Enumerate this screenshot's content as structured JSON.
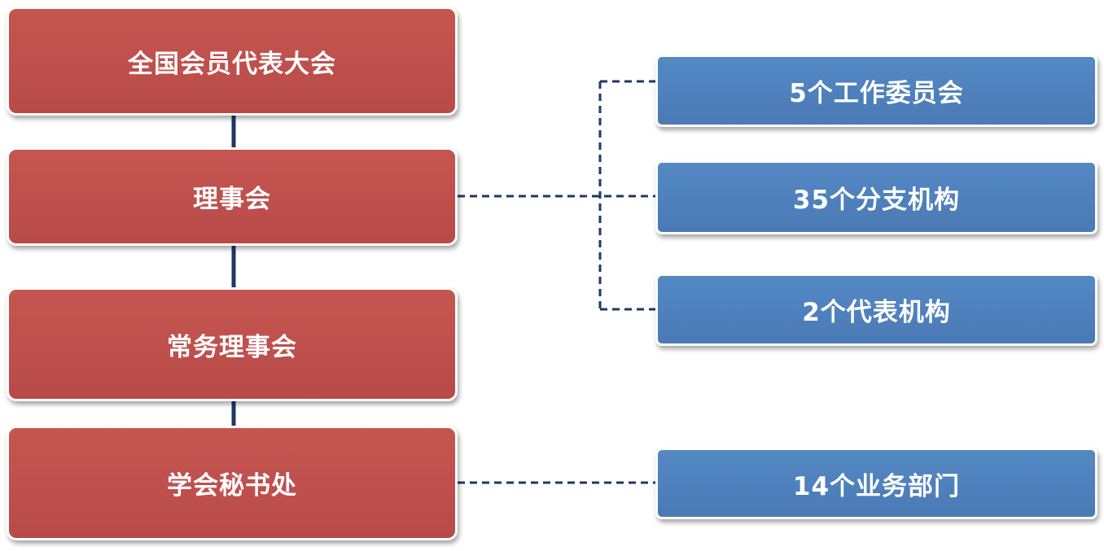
{
  "main_nodes": [
    {
      "id": "assembly",
      "label": "全国会员代表大会"
    },
    {
      "id": "council",
      "label": "理事会"
    },
    {
      "id": "standing",
      "label": "常务理事会"
    },
    {
      "id": "secretariat",
      "label": "学会秘书处"
    }
  ],
  "sub_nodes": [
    {
      "id": "committees",
      "label": "5个工作委员会"
    },
    {
      "id": "branches",
      "label": "35个分支机构"
    },
    {
      "id": "reps",
      "label": "2个代表机构"
    },
    {
      "id": "depts",
      "label": "14个业务部门"
    }
  ],
  "colors": {
    "main_fill": "#c0504d",
    "sub_fill": "#4f81bd",
    "connector": "#1f3864",
    "border": "#ffffff"
  }
}
